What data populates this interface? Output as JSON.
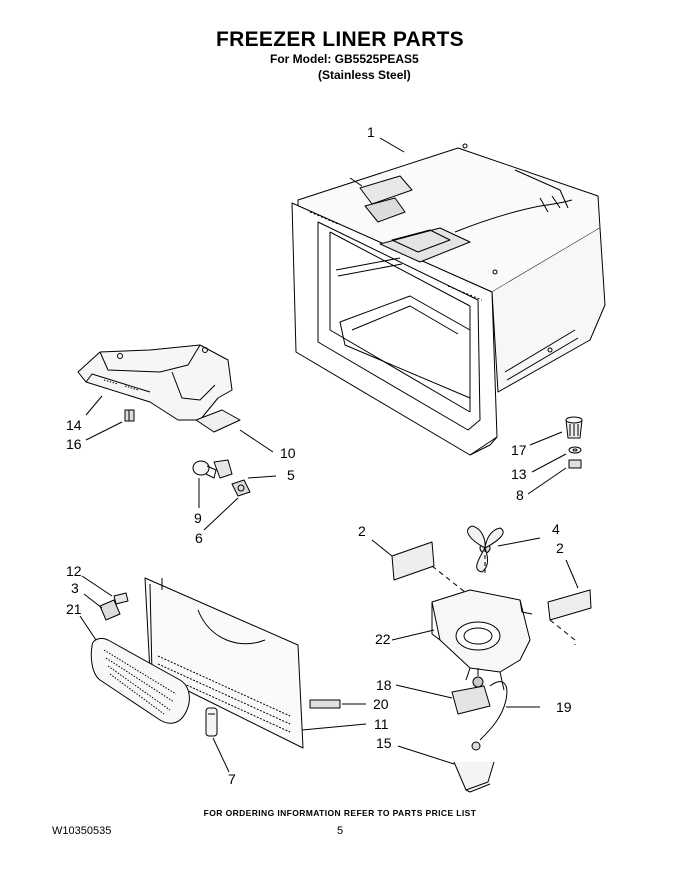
{
  "header": {
    "title": "FREEZER LINER PARTS",
    "model_line": "For Model: GB5525PEAS5",
    "finish_line": "(Stainless Steel)"
  },
  "callouts": [
    "1",
    "14",
    "16",
    "10",
    "5",
    "9",
    "6",
    "17",
    "13",
    "8",
    "2",
    "4",
    "2",
    "12",
    "3",
    "21",
    "22",
    "18",
    "20",
    "19",
    "11",
    "15",
    "7"
  ],
  "footer": {
    "note": "FOR ORDERING INFORMATION REFER TO PARTS PRICE LIST",
    "doc_number": "W10350535",
    "page_number": "5"
  }
}
